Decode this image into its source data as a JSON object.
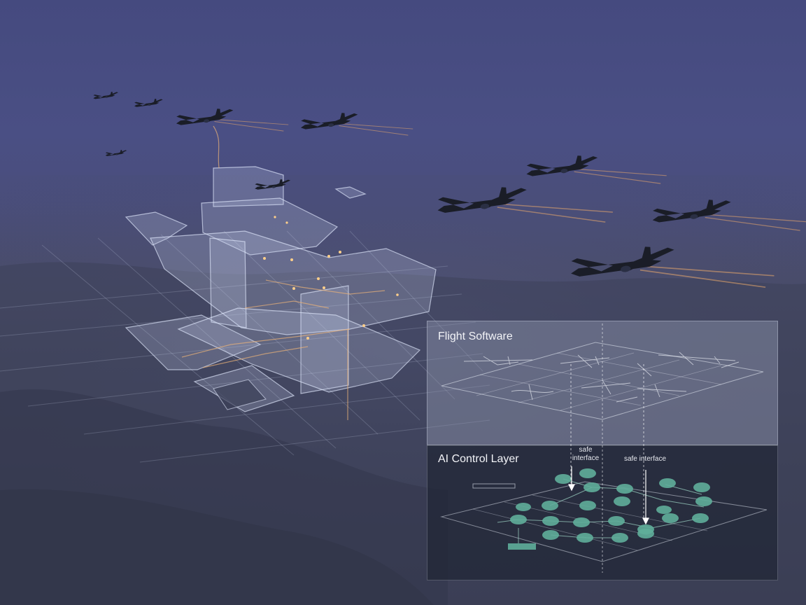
{
  "panels": {
    "flight_software": {
      "title": "Flight Software"
    },
    "ai_control_layer": {
      "title": "AI Control Layer"
    }
  },
  "interface_labels": {
    "left_line1": "safe",
    "left_line2": "interface",
    "right": "safe interface"
  },
  "colors": {
    "sky": "#4a4f84",
    "node_teal": "#5fae9a",
    "glass_panel": "#cfd8f0",
    "trail_orange": "#e0a070"
  },
  "icons": [
    "aircraft-icon",
    "network-node-icon",
    "arrow-down-icon"
  ]
}
